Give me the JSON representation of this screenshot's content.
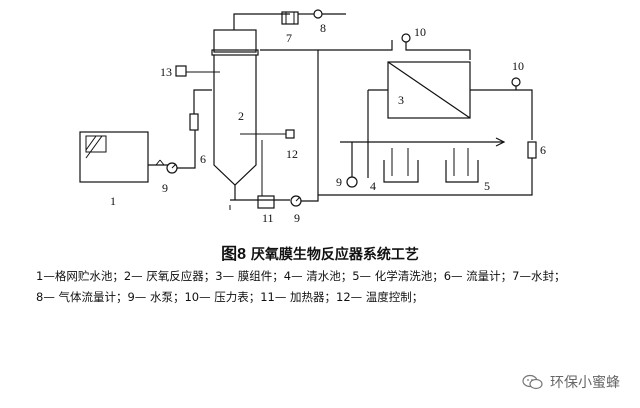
{
  "figure": {
    "number": "图8",
    "title": "厌氧膜生物反应器系统工艺"
  },
  "labels": {
    "tank": "1",
    "reactor": "2",
    "membrane": "3",
    "clear_pool": "4",
    "chem_pool": "5",
    "flowmeter": "6",
    "water_seal": "7",
    "gas_meter": "8",
    "pump": "9",
    "gauge": "10",
    "heater": "11",
    "temp_ctrl": "12",
    "top_ctrl": "13"
  },
  "legend": {
    "line1": "1—格网贮水池；2— 厌氧反应器；3— 膜组件；4— 清水池；5— 化学清洗池；6— 流量计；7—水封；",
    "line2": "8— 气体流量计；9— 水泵；10— 压力表；11— 加热器；12— 温度控制；"
  },
  "watermark": {
    "text": "环保小蜜蜂",
    "icon": "wechat-icon"
  }
}
